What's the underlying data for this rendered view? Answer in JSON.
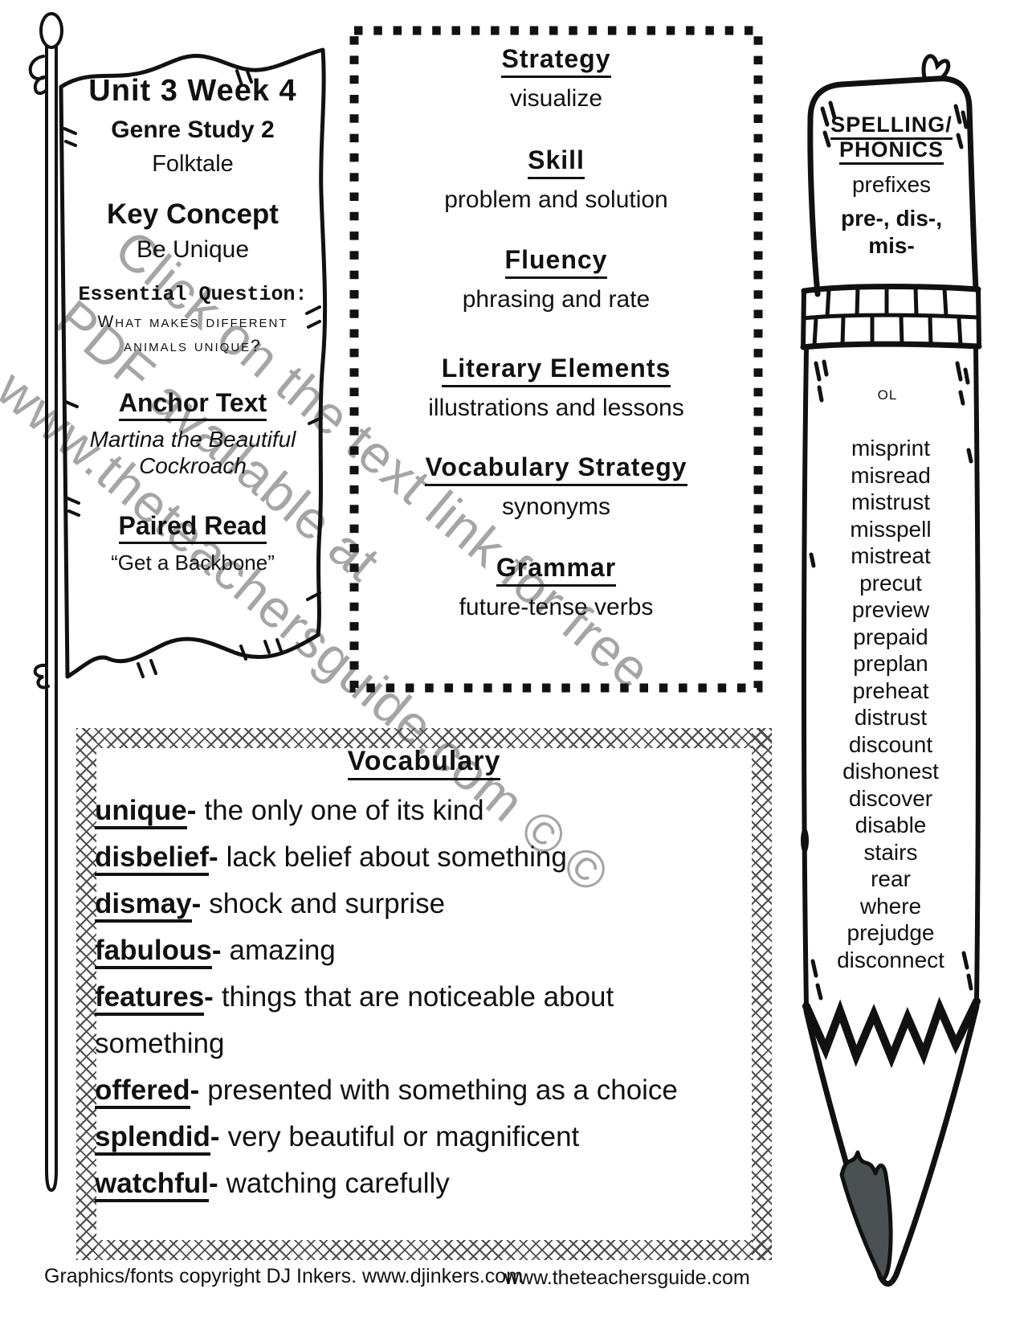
{
  "watermark": {
    "angle_deg": 40,
    "color": "#a1a1a1",
    "lines": [
      "Click on the text link for free",
      "PDF available at",
      "www.theteachersguide.com © ©"
    ]
  },
  "flag": {
    "title": "Unit 3 Week 4",
    "subtitle": "Genre Study 2",
    "genre": "Folktale",
    "key_concept_label": "Key Concept",
    "key_concept": "Be Unique",
    "essential_question_label": "Essential Question:",
    "essential_question_line1": "What makes different",
    "essential_question_line2": "animals unique?",
    "anchor_text_label": "Anchor Text",
    "anchor_text_line1": "Martina the Beautiful",
    "anchor_text_line2": "Cockroach",
    "paired_read_label": "Paired Read",
    "paired_read": "“Get a Backbone”"
  },
  "focus_box": {
    "sections": [
      {
        "label": "Strategy",
        "value": "visualize"
      },
      {
        "label": "Skill",
        "value": "problem and solution"
      },
      {
        "label": "Fluency",
        "value": "phrasing and rate"
      },
      {
        "label": "Literary Elements",
        "value": "illustrations and lessons"
      },
      {
        "label": "Vocabulary Strategy",
        "value": "synonyms"
      },
      {
        "label": "Grammar",
        "value": "future-tense verbs"
      }
    ]
  },
  "pencil": {
    "header_line1": "SPELLING/",
    "header_line2": "PHONICS",
    "subheader": "prefixes",
    "prefixes_line1": "pre-, dis-,",
    "prefixes_line2": "mis-",
    "body_note": "OL",
    "graphite_color": "#4b5153",
    "words": [
      "misprint",
      "misread",
      "mistrust",
      "misspell",
      "mistreat",
      "precut",
      "preview",
      "prepaid",
      "preplan",
      "preheat",
      "distrust",
      "discount",
      "dishonest",
      "discover",
      "disable",
      "stairs",
      "rear",
      "where",
      "prejudge",
      "disconnect"
    ]
  },
  "vocabulary": {
    "title": "Vocabulary",
    "dash": "-",
    "entries": [
      {
        "word": "unique",
        "definition": "the only one of its kind"
      },
      {
        "word": "disbelief",
        "definition": "lack belief about something"
      },
      {
        "word": "dismay",
        "definition": "shock and surprise"
      },
      {
        "word": "fabulous",
        "definition": "amazing"
      },
      {
        "word": "features",
        "definition": "things that are noticeable about something"
      },
      {
        "word": "offered",
        "definition": "presented with something as a choice"
      },
      {
        "word": "splendid",
        "definition": "very beautiful or magnificent"
      },
      {
        "word": "watchful",
        "definition": "watching carefully"
      }
    ]
  },
  "footer": {
    "left": "Graphics/fonts copyright DJ Inkers. www.djinkers.com",
    "right": "www.theteachersguide.com"
  }
}
